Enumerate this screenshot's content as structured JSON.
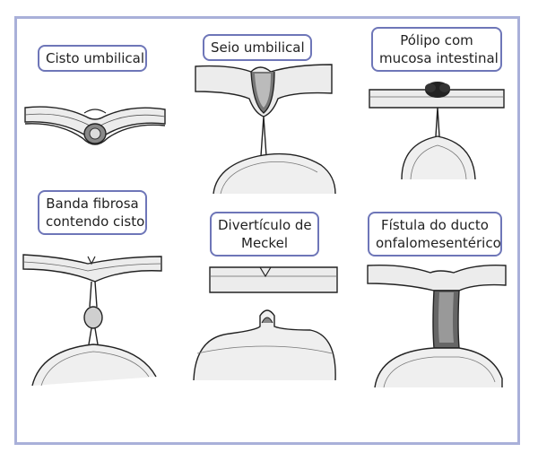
{
  "colors": {
    "frame": "#a9b0d9",
    "label_border": "#6e76b8",
    "ink": "#222222",
    "tissue": "#e9e9e9",
    "dark": "#444444"
  },
  "panels": [
    {
      "id": "cisto-umbilical",
      "label": "Cisto umbilical"
    },
    {
      "id": "seio-umbilical",
      "label": "Seio umbilical"
    },
    {
      "id": "polipo",
      "label_lines": [
        "Pólipo com",
        "mucosa intestinal"
      ]
    },
    {
      "id": "banda-fibrosa",
      "label_lines": [
        "Banda fibrosa",
        "contendo cisto"
      ]
    },
    {
      "id": "diverticulo",
      "label_lines": [
        "Divertículo de",
        "Meckel"
      ]
    },
    {
      "id": "fistula",
      "label_lines": [
        "Fístula do ducto",
        "onfalomesentérico"
      ]
    }
  ]
}
